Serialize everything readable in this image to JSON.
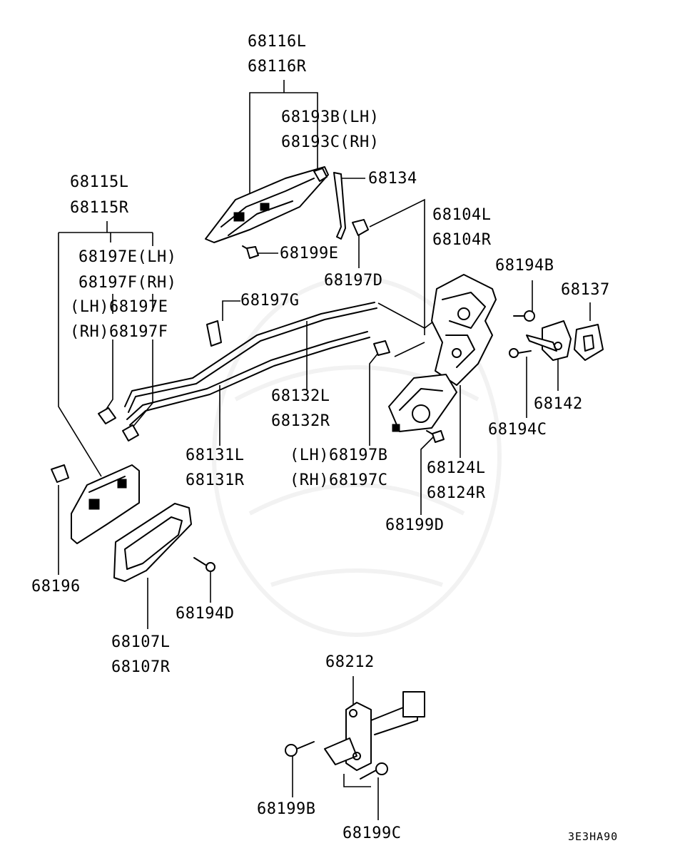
{
  "labels": {
    "l_68116L": "68116L",
    "l_68116R": "68116R",
    "l_68193B": "68193B(LH)",
    "l_68193C": "68193C(RH)",
    "l_68134": "68134",
    "l_68115L": "68115L",
    "l_68115R": "68115R",
    "l_68104L": "68104L",
    "l_68104R": "68104R",
    "l_68197E_LH": "68197E(LH)",
    "l_68197F_RH": "68197F(RH)",
    "l_68197E_pre": "(LH)68197E",
    "l_68197F_pre": "(RH)68197F",
    "l_68199E": "68199E",
    "l_68197D": "68197D",
    "l_68194B": "68194B",
    "l_68137": "68137",
    "l_68197G": "68197G",
    "l_68132L": "68132L",
    "l_68132R": "68132R",
    "l_68142": "68142",
    "l_68194C": "68194C",
    "l_68131L": "68131L",
    "l_68131R": "68131R",
    "l_68197B": "(LH)68197B",
    "l_68197C": "(RH)68197C",
    "l_68124L": "68124L",
    "l_68124R": "68124R",
    "l_68199D": "68199D",
    "l_68196": "68196",
    "l_68194D": "68194D",
    "l_68107L": "68107L",
    "l_68107R": "68107R",
    "l_68212": "68212",
    "l_68199B": "68199B",
    "l_68199C": "68199C",
    "diagram_code": "3E3HA90"
  },
  "colors": {
    "ink": "#000000",
    "background": "#ffffff",
    "watermark": "#f2f2f2"
  }
}
